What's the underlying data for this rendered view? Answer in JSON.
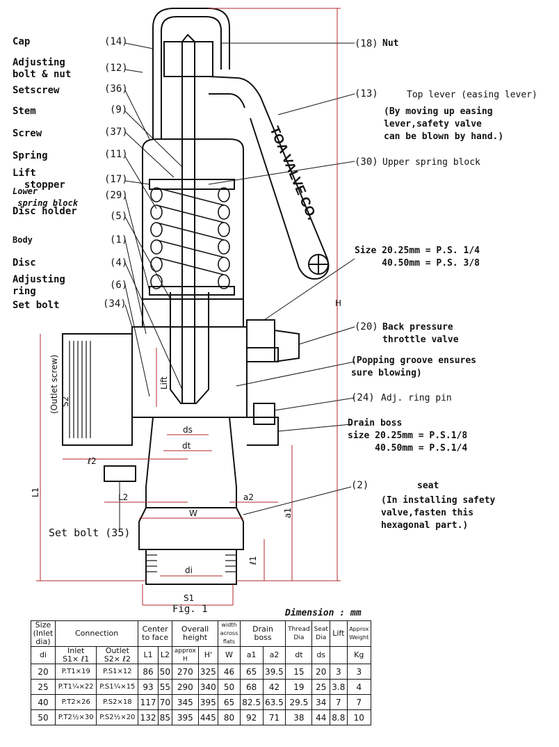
{
  "left_labels": [
    {
      "text": "Cap",
      "id": "14"
    },
    {
      "text": "Adjusting\nbolt & nut",
      "id": "12"
    },
    {
      "text": "Setscrew",
      "id": "36"
    },
    {
      "text": "Stem",
      "id": "9"
    },
    {
      "text": "Screw",
      "id": "37"
    },
    {
      "text": "Spring",
      "id": "11"
    },
    {
      "text": "Lift\n  stopper",
      "id": "17"
    },
    {
      "text": "Lower\n spring block",
      "id": "29"
    },
    {
      "text": "Disc holder",
      "id": "5"
    },
    {
      "text": "Body",
      "id": "1"
    },
    {
      "text": "Disc",
      "id": "4"
    },
    {
      "text": "Adjusting\nring",
      "id": "6"
    },
    {
      "text": "Set bolt",
      "id": "34"
    }
  ],
  "right_labels": {
    "nut": {
      "id": "(18)",
      "text": "Nut"
    },
    "top_lever": {
      "id": "(13)",
      "text": "Top lever (easing lever)",
      "note": "(By moving up easing\nlever,safety valve\ncan be blown by hand.)"
    },
    "upper_spring_block": {
      "id": "(30)",
      "text": "Upper spring block"
    },
    "size_note": "Size 20.25mm = P.S. 1/4\n     40.50mm = P.S. 3/8",
    "back_pressure": {
      "id": "(20)",
      "text": "Back pressure\nthrottle valve"
    },
    "popping_groove": "(Popping groove ensures\nsure blowing)",
    "adj_ring_pin": {
      "id": "(24)",
      "text": "Adj. ring pin"
    },
    "drain_boss": "Drain boss\nsize 20.25mm = P.S.1/8\n     40.50mm = P.S.1/4",
    "seat": {
      "id": "(2)",
      "text": "seat",
      "note": "(In installing safety\nvalve,fasten this\nhexagonal part.)"
    },
    "set_bolt_35": "Set bolt (35)"
  },
  "lever_text": "TOA VALVE CO.",
  "dimension_labels": {
    "outlet_screw": "(Outlet screw)",
    "s2": "S2",
    "lift": "Lift",
    "ds": "ds",
    "dt": "dt",
    "l2": "ℓ2",
    "L2": "L2",
    "a2": "a2",
    "W": "W",
    "a1": "a1",
    "l1": "ℓ1",
    "di": "di",
    "S1": "S1",
    "L1": "L1",
    "H": "H"
  },
  "figure_caption": "Fig. 1",
  "dimension_note": "Dimension : mm",
  "table": {
    "headers": {
      "size": "Size\n(Inlet\ndia)",
      "connection": "Connection",
      "center": "Center\nto face",
      "overall": "Overall\nheight",
      "width": "width\nacross\nflats",
      "drain": "Drain\nboss",
      "thread": "Thread\nDia",
      "seat": "Seat\nDia",
      "lift": "Lift",
      "weight": "Approx\nWeight",
      "di": "di",
      "inlet": "Inlet\nS1× ℓ1",
      "outlet": "Outlet\nS2× ℓ2",
      "L1": "L1",
      "L2": "L2",
      "H": "approx\nH",
      "H2": "H'",
      "W": "W",
      "a1": "a1",
      "a2": "a2",
      "dt": "dt",
      "ds": "ds",
      "kg": "Kg"
    },
    "rows": [
      [
        "20",
        "P.T1×19",
        "P.S1×12",
        "86",
        "50",
        "270",
        "325",
        "46",
        "65",
        "39.5",
        "15",
        "20",
        "3",
        "3"
      ],
      [
        "25",
        "P.T1¼×22",
        "P.S1¼×15",
        "93",
        "55",
        "290",
        "340",
        "50",
        "68",
        "42",
        "19",
        "25",
        "3.8",
        "4"
      ],
      [
        "40",
        "P.T2×26",
        "P.S2×18",
        "117",
        "70",
        "345",
        "395",
        "65",
        "82.5",
        "63.5",
        "29.5",
        "34",
        "7",
        "7"
      ],
      [
        "50",
        "P.T2½×30",
        "P.S2½×20",
        "132",
        "85",
        "395",
        "445",
        "80",
        "92",
        "71",
        "38",
        "44",
        "8.8",
        "10"
      ]
    ]
  }
}
